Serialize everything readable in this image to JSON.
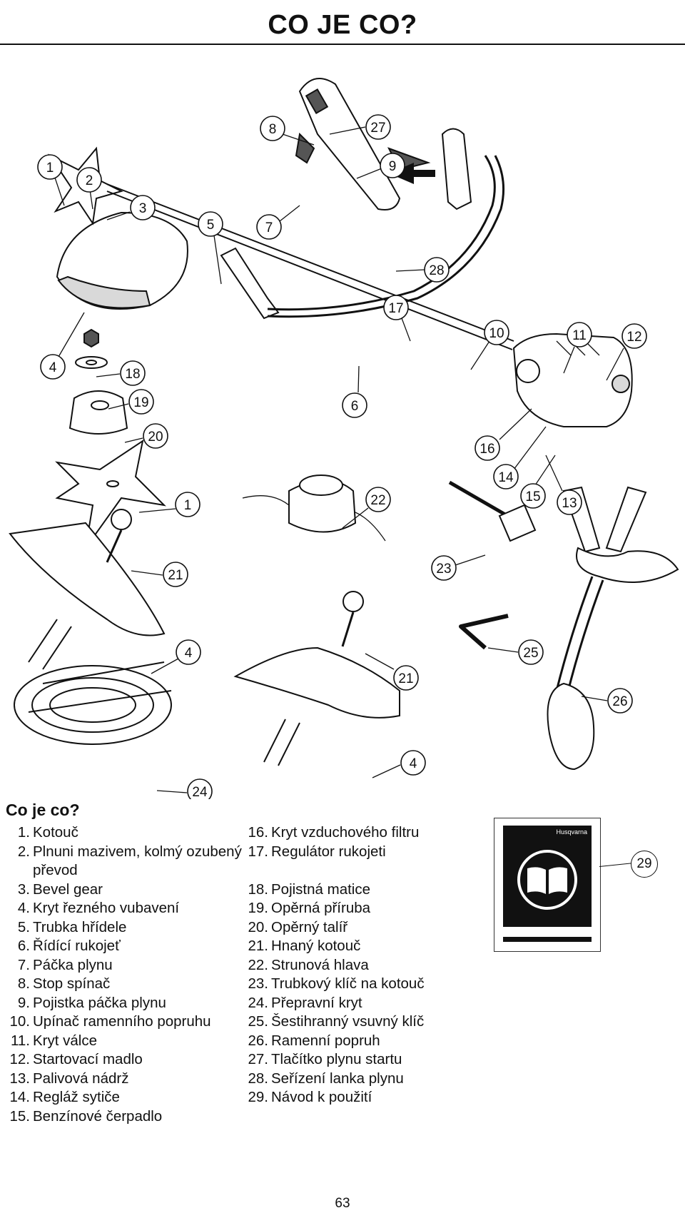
{
  "header": {
    "title": "CO JE CO?"
  },
  "diagram": {
    "callouts": [
      "1",
      "2",
      "3",
      "4",
      "5",
      "6",
      "7",
      "8",
      "9",
      "10",
      "11",
      "12",
      "13",
      "14",
      "15",
      "16",
      "17",
      "18",
      "19",
      "20",
      "1",
      "21",
      "22",
      "23",
      "4",
      "25",
      "21",
      "26",
      "4",
      "24",
      "27",
      "28"
    ]
  },
  "legend": {
    "heading": "Co je co?",
    "column_a": [
      {
        "num": "1.",
        "text": "Kotouč"
      },
      {
        "num": "2.",
        "text": "Plnuni mazivem, kolmý ozubený převod"
      },
      {
        "num": "3.",
        "text": "Bevel gear"
      },
      {
        "num": "4.",
        "text": "Kryt řezného vubavení"
      },
      {
        "num": "5.",
        "text": "Trubka hřídele"
      },
      {
        "num": "6.",
        "text": "Řídící rukojeť"
      },
      {
        "num": "7.",
        "text": "Páčka plynu"
      },
      {
        "num": "8.",
        "text": "Stop spínač"
      },
      {
        "num": "9.",
        "text": "Pojistka páčka plynu"
      },
      {
        "num": "10.",
        "text": "Upínač ramenního popruhu"
      },
      {
        "num": "11.",
        "text": "Kryt válce"
      },
      {
        "num": "12.",
        "text": "Startovací madlo"
      },
      {
        "num": "13.",
        "text": "Palivová nádrž"
      },
      {
        "num": "14.",
        "text": "Regláž sytiče"
      },
      {
        "num": "15.",
        "text": "Benzínové čerpadlo"
      }
    ],
    "column_b": [
      {
        "num": "16.",
        "text": "Kryt vzduchového filtru"
      },
      {
        "num": "17.",
        "text": "Regulátor rukojeti"
      },
      {
        "num": "18.",
        "text": "Pojistná matice"
      },
      {
        "num": "19.",
        "text": "Opěrná příruba"
      },
      {
        "num": "20.",
        "text": "Opěrný talíř"
      },
      {
        "num": "21.",
        "text": "Hnaný kotouč"
      },
      {
        "num": "22.",
        "text": "Strunová hlava"
      },
      {
        "num": "23.",
        "text": "Trubkový klíč na kotouč"
      },
      {
        "num": "24.",
        "text": "Přepravní kryt"
      },
      {
        "num": "25.",
        "text": "Šestihranný vsuvný klíč"
      },
      {
        "num": "26.",
        "text": "Ramenní popruh"
      },
      {
        "num": "27.",
        "text": "Tlačítko plynu startu"
      },
      {
        "num": "28.",
        "text": "Seřízení lanka plynu"
      },
      {
        "num": "29.",
        "text": "Návod k použití"
      }
    ]
  },
  "manual": {
    "brand": "Husqvarna",
    "callout": "29"
  },
  "footer": {
    "page_number": "63"
  }
}
